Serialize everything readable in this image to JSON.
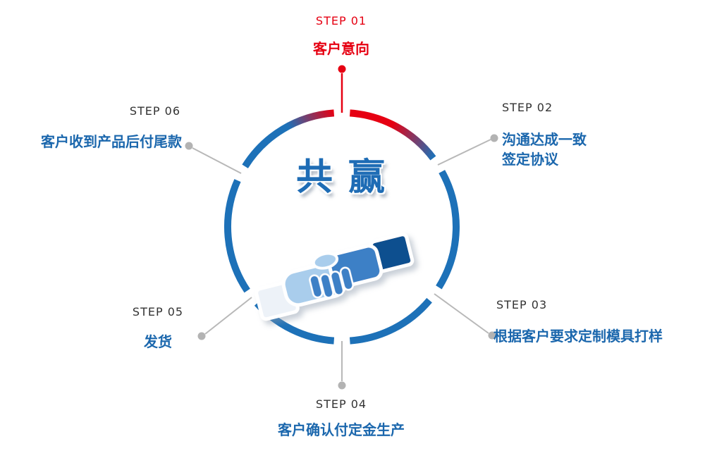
{
  "center": {
    "title": "共 赢",
    "icon": "handshake-icon"
  },
  "colors": {
    "accent_red": "#e60012",
    "circle_blue": "#1d71b8",
    "desc_blue": "#1b67ad",
    "label_dark": "#333333",
    "connector_gray": "#b8b8b8"
  },
  "steps": [
    {
      "label": "STEP 01",
      "desc": "客户意向"
    },
    {
      "label": "STEP 02",
      "desc1": "沟通达成一致",
      "desc2": "签定协议"
    },
    {
      "label": "STEP 03",
      "desc": "根据客户要求定制模具打样"
    },
    {
      "label": "STEP 04",
      "desc": "客户确认付定金生产"
    },
    {
      "label": "STEP 05",
      "desc": "发货"
    },
    {
      "label": "STEP 06",
      "desc": "客户收到产品后付尾款"
    }
  ]
}
